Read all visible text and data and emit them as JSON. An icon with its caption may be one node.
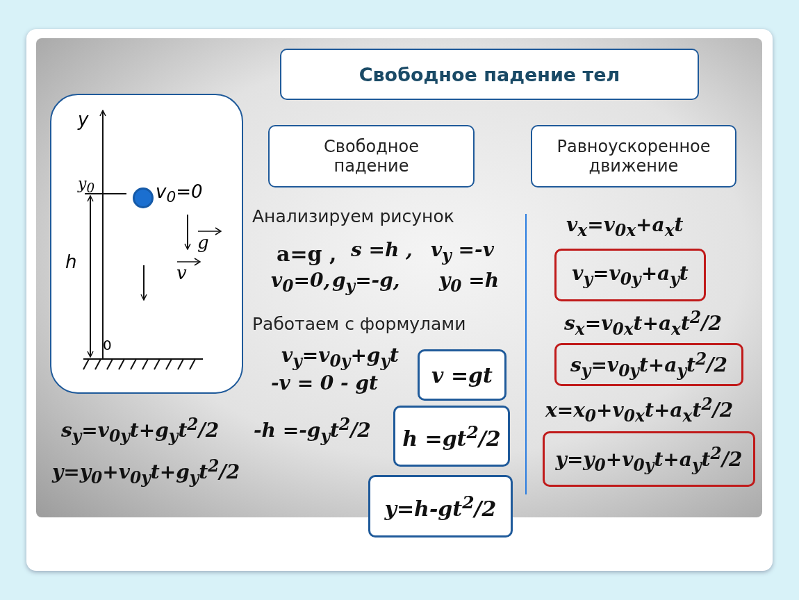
{
  "diagram": {
    "nodes": [
      {
        "text": [
          "Свободное падение тел"
        ]
      },
      {
        "text": [
          "y",
          "y$_{0}$",
          "v$_{0}$=0",
          "g",
          "v",
          "h",
          "0"
        ]
      },
      {
        "text": [],
        "shape": "circle",
        "in": 1
      },
      {
        "text": [
          "Свободное падение"
        ]
      },
      {
        "text": [
          "Равноускоренное движение"
        ]
      },
      {
        "text": [
          "v$_{y}$=v$_{0y}$+a$_{y}$t"
        ]
      },
      {
        "text": [
          "v =gt"
        ]
      },
      {
        "text": [
          "s$_{y}$=v$_{0y}$t+a$_{y}$t$^{2}$/2"
        ]
      },
      {
        "text": [
          "h =gt$^{2}$/2"
        ]
      },
      {
        "text": [
          "y=y$_{0}$+v$_{0y}$t+a$_{y}$t$^{2}$/2"
        ]
      },
      {
        "text": [
          "y=h-gt$^{2}$/2"
        ]
      }
    ],
    "labels": [
      "Анализируем рисунок",
      "a=g ,",
      "s =h ,",
      "v$_{y}$ =-v",
      "v$_{0}$=0,",
      "g$_{y}$=-g,",
      "y$_{0}$ =h",
      "Работаем с формулами",
      "v$_{y}$=v$_{0y}$+g$_{y}$t",
      "-v = 0 - gt",
      "s$_{y}$=v$_{0y}$t+g$_{y}$t$^{2}$/2",
      "-h =-g$_{y}$t$^{2}$/2",
      "y=y$_{0}$+v$_{0y}$t+g$_{y}$t$^{2}$/2",
      "v$_{x}$=v$_{0x}$+a$_{x}$t",
      "s$_{x}$=v$_{0x}$t+a$_{x}$t$^{2}$/2",
      "x=x$_{0}$+v$_{0x}$t+a$_{x}$t$^{2}$/2"
    ]
  }
}
